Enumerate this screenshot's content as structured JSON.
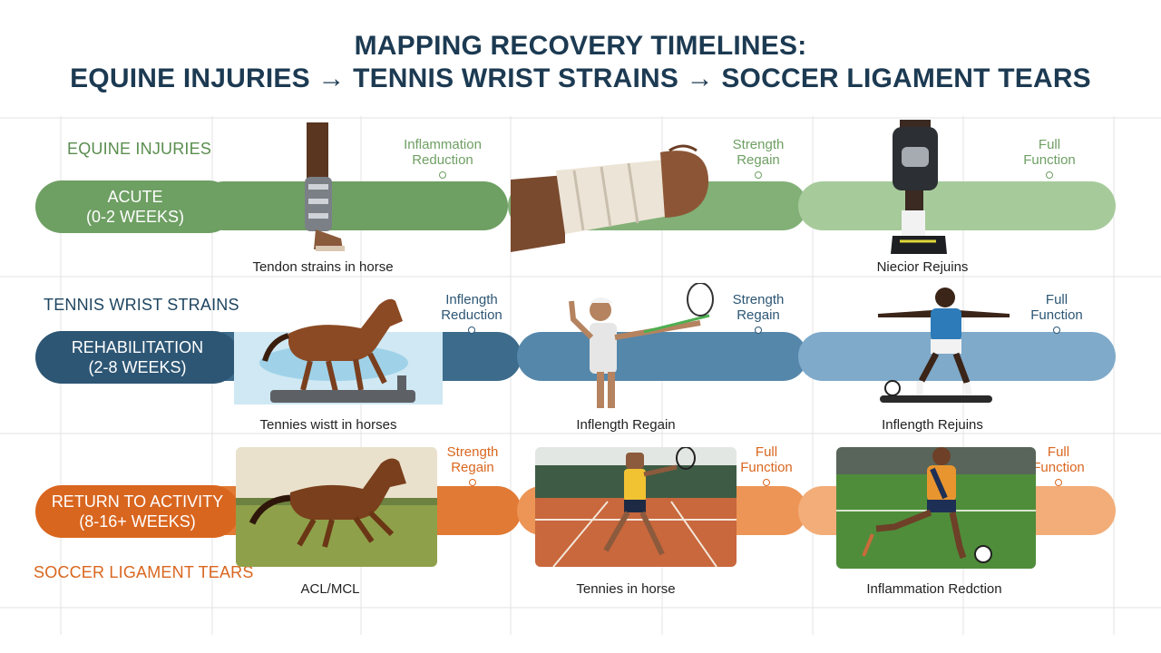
{
  "title": {
    "line1": "MAPPING RECOVERY TIMELINES:",
    "line2": "EQUINE INJURIES → TENNIS WRIST STRAINS → SOCCER LIGAMENT TEARS"
  },
  "row_labels": {
    "equine": "EQUINE INJURIES",
    "tennis": "TENNIS WRIST STRAINS",
    "soccer": "SOCCER LIGAMENT TEARS"
  },
  "stages": [
    {
      "name": "ACUTE",
      "duration": "(0-2 WEEKS)",
      "color": "#6e9f63"
    },
    {
      "name": "REHABILITATION",
      "duration": "(2-8 WEEKS)",
      "color": "#2d5674"
    },
    {
      "name": "RETURN TO ACTIVITY",
      "duration": "(8-16+ WEEKS)",
      "color": "#d9661f"
    }
  ],
  "milestones": {
    "row1": [
      "Inflammation\nReduction",
      "Strength\nRegain",
      "Full\nFunction"
    ],
    "row2": [
      "Inflength\nReduction",
      "Strength\nRegain",
      "Full\nFunction"
    ],
    "row3": [
      "Strength\nRegain",
      "Full\nFunction",
      "Full\nFunction"
    ]
  },
  "captions": {
    "row1": [
      "Tendon strains in horse",
      "Niecior Rejuins"
    ],
    "row2": [
      "Tennies wistt in horses",
      "Inflength Regain",
      "Inflength Rejuins"
    ],
    "row3": [
      "ACL/MCL",
      "Tennies in horse",
      "Inflammation Redction"
    ]
  },
  "colors": {
    "title": "#1c3a52",
    "equine_label": "#5a8d4e",
    "tennis_label": "#1e4560",
    "soccer_label": "#d9661f"
  }
}
